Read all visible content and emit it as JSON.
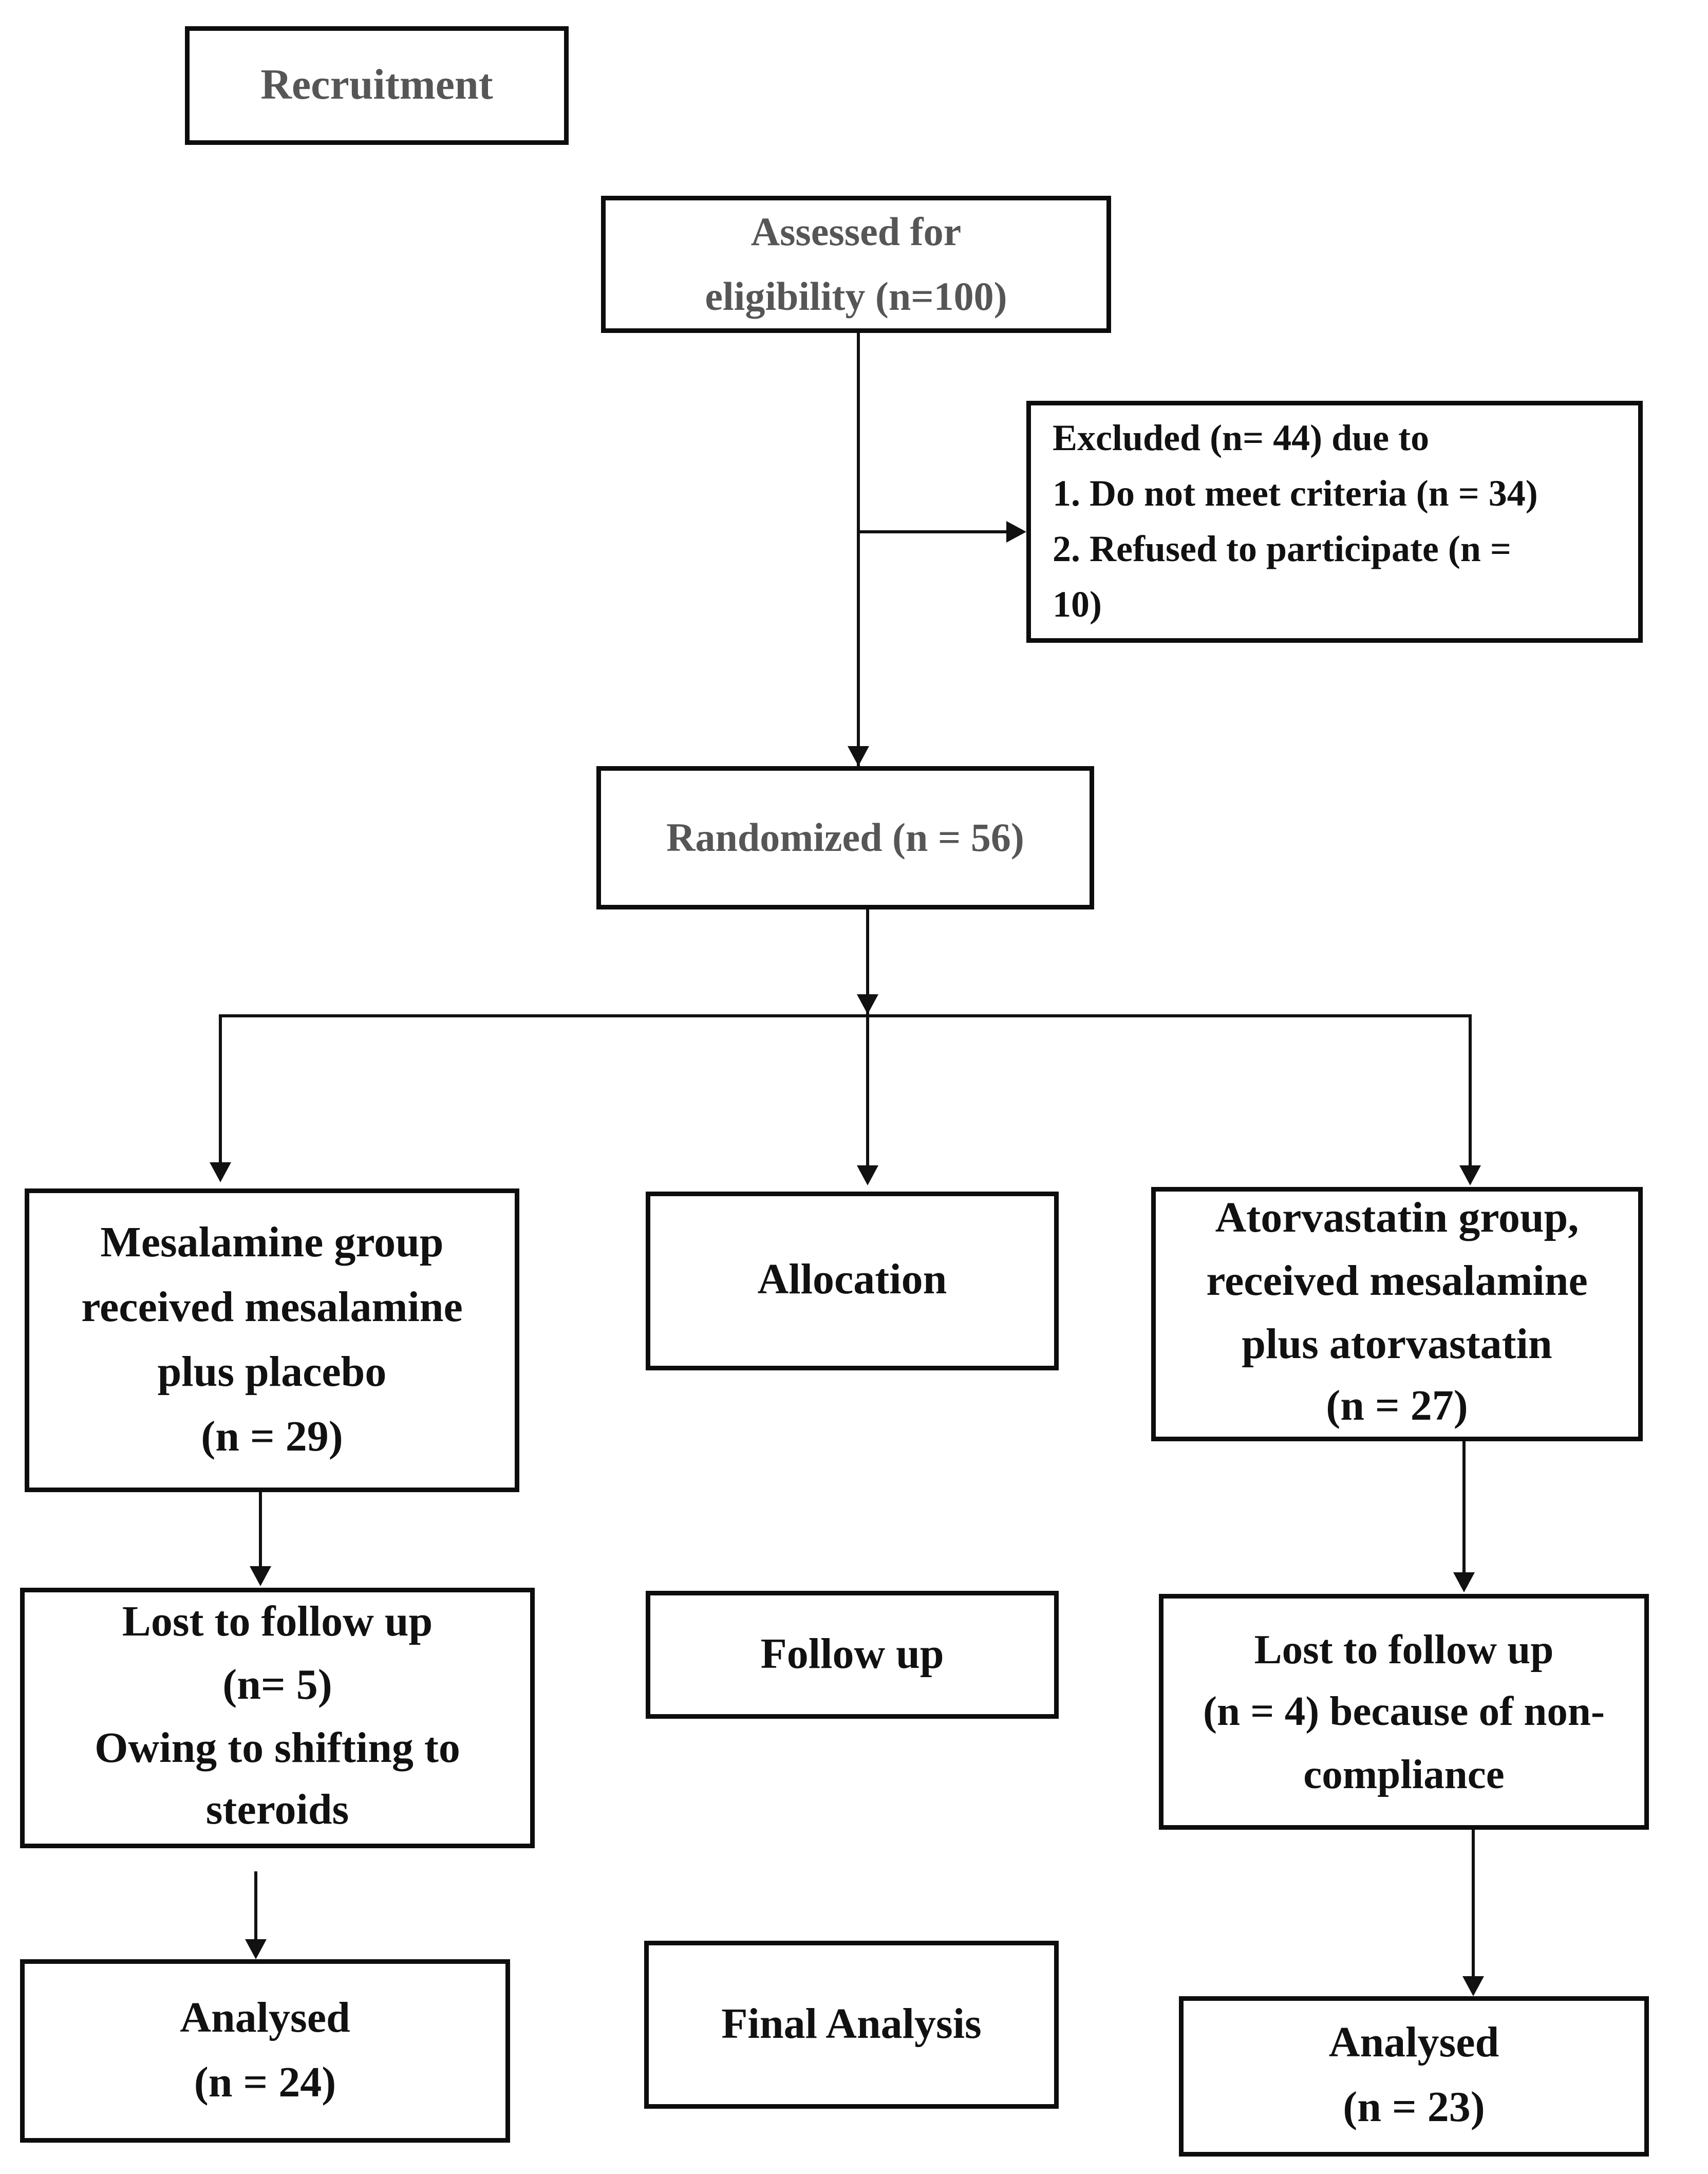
{
  "figure": {
    "type": "consort-flow-diagram",
    "colors": {
      "box_border": "#0d0d0d",
      "text_black": "#111111",
      "text_gray": "#565656",
      "background": "#ffffff",
      "connector": "#111111"
    }
  },
  "boxes": {
    "recruitment": {
      "text": "Recruitment"
    },
    "assessed": {
      "text": "Assessed for\neligibility (n=100)"
    },
    "excluded": {
      "text": "Excluded (n= 44) due to\n1. Do not meet criteria (n = 34)\n2. Refused to participate (n =\n10)"
    },
    "randomized": {
      "text": "Randomized (n = 56)"
    },
    "mesalamine": {
      "text": "Mesalamine group\nreceived mesalamine\nplus placebo\n(n = 29)"
    },
    "allocation": {
      "text": "Allocation"
    },
    "atorvastatin": {
      "text": "Atorvastatin group,\nreceived mesalamine\nplus atorvastatin\n(n = 27)"
    },
    "lost_left": {
      "text": "Lost to follow up\n(n= 5)\nOwing to shifting to\nsteroids"
    },
    "follow_up": {
      "text": "Follow up"
    },
    "lost_right": {
      "text": "Lost to follow up\n(n = 4) because of non-\ncompliance"
    },
    "analysed_left": {
      "text": "Analysed\n(n = 24)"
    },
    "final_analysis": {
      "text": "Final Analysis"
    },
    "analysed_right": {
      "text": "Analysed\n(n = 23)"
    }
  }
}
